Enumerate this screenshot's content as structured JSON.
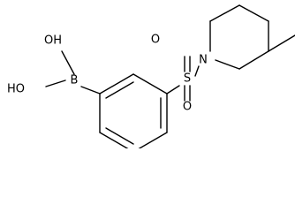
{
  "molecule": {
    "atoms": {
      "oh_top": "OH",
      "oh_left": "HO",
      "boron": "B",
      "sulfur": "S",
      "oxygen_top": "O",
      "oxygen_bottom": "O",
      "nitrogen": "N"
    }
  },
  "colors": {
    "line": "#000000",
    "background": "#ffffff"
  }
}
